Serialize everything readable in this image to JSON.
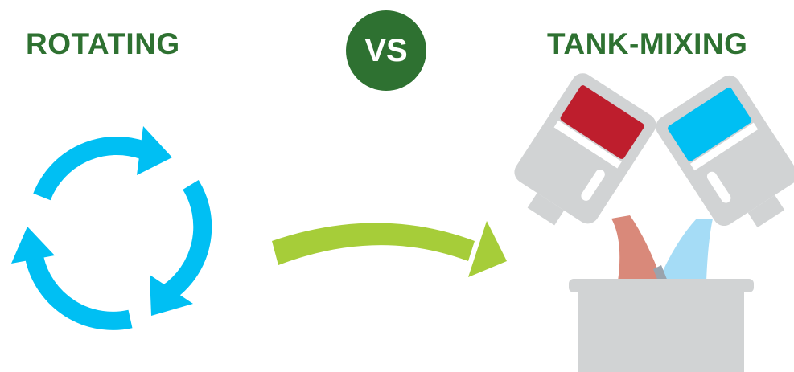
{
  "header": {
    "left_title": "ROTATING",
    "vs_label": "VS",
    "right_title": "TANK-MIXING"
  },
  "colors": {
    "heading_green": "#2e7131",
    "cycle_blue": "#00bff3",
    "arrow_green": "#a6cd39",
    "jug_gray": "#d1d3d4",
    "red_label": "#be1e2d",
    "blue_label": "#00bff3",
    "pour_red": "#d9897a",
    "pour_blue": "#a5dcf6",
    "tank_gray": "#d1d3d4"
  },
  "icons": {
    "left": "rotation-cycle-icon",
    "middle": "curved-arrow-icon",
    "right": "tank-mixing-jugs-icon"
  }
}
